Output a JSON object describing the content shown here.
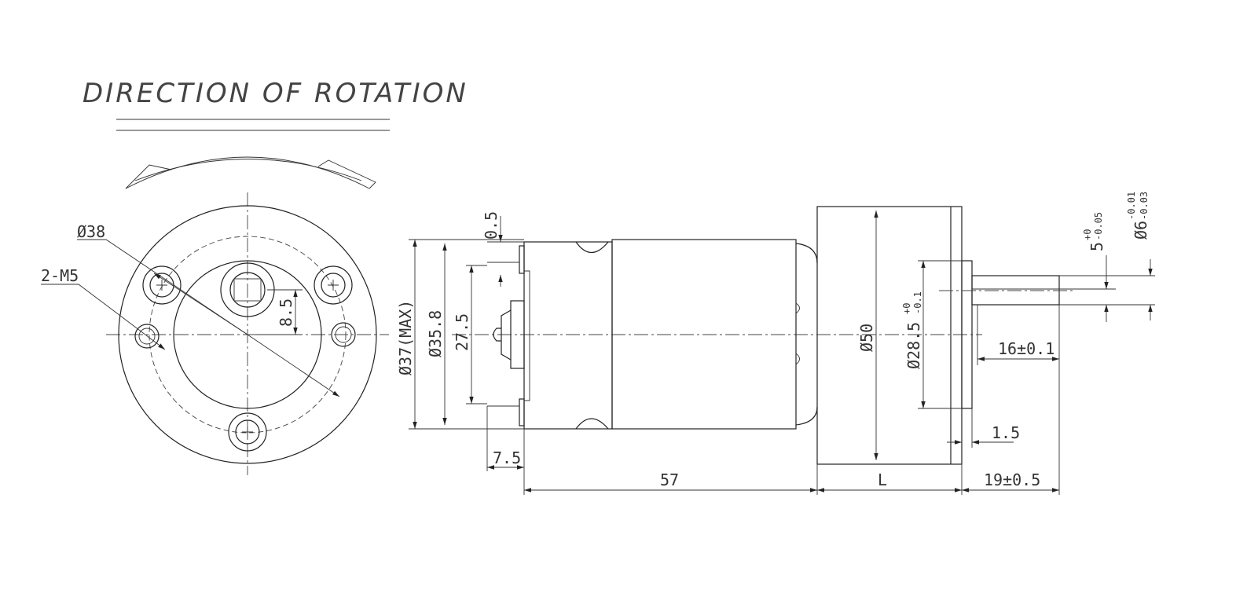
{
  "title": "DIRECTION OF ROTATION",
  "labels": {
    "phi38": "Ø38",
    "m5": "2-M5",
    "d85": "8.5",
    "d05": "0.5",
    "d37": "Ø37(MAX)",
    "d358": "Ø35.8",
    "d275": "27.5",
    "d75": "7.5",
    "d57": "57",
    "d50": "Ø50",
    "d285": "Ø28.5",
    "d285_tol_up": "+0",
    "d285_tol_lo": "-0.1",
    "L": "L",
    "d15": "1.5",
    "d16": "16±0.1",
    "d19": "19±0.5",
    "d5": "5",
    "d5_tol_up": "+0",
    "d5_tol_lo": "-0.05",
    "d6": "Ø6",
    "d6_tol_up": "-0.01",
    "d6_tol_lo": "-0.03"
  }
}
